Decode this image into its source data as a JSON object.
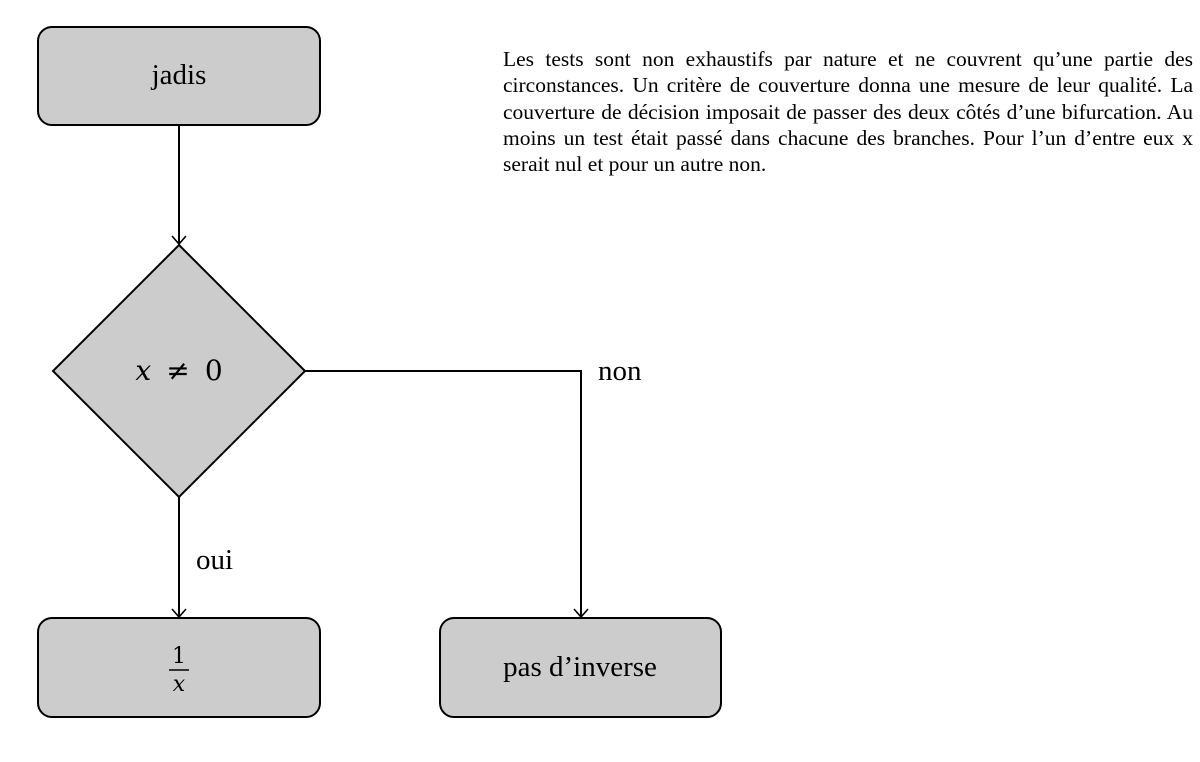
{
  "diagram": {
    "nodes": {
      "start": {
        "label": "jadis"
      },
      "decision": {
        "var": "x",
        "op": "≠",
        "value": "0"
      },
      "yes_box": {
        "numerator": "1",
        "denominator": "x"
      },
      "no_box": {
        "label": "pas d’inverse"
      }
    },
    "edges": {
      "yes_label": "oui",
      "no_label": "non"
    }
  },
  "description": "Les tests sont non exhaustifs par nature et ne couvrent qu’une partie des circonstances. Un critère de couverture donna une mesure de leur qualité. La couverture de décision imposait de passer des deux côtés d’une bifurcation. Au moins un test était passé dans chacune des branches. Pour l’un d’entre eux x serait nul et pour un autre non.",
  "colors": {
    "node_fill": "#cccccc",
    "stroke": "#000000",
    "background": "#ffffff"
  }
}
